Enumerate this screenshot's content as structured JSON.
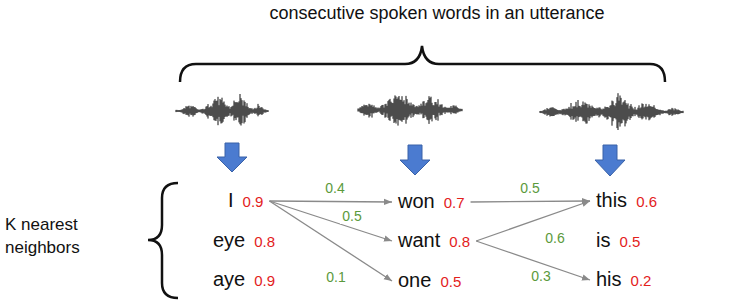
{
  "diagram": {
    "title": "consecutive spoken words in an utterance",
    "nodes": [
      {
        "text": [
          "I",
          "0.9"
        ]
      },
      {
        "text": [
          "won",
          "0.7"
        ]
      },
      {
        "text": [
          "this",
          "0.6"
        ]
      },
      {
        "text": [
          "eye",
          "0.8"
        ]
      },
      {
        "text": [
          "want",
          "0.8"
        ]
      },
      {
        "text": [
          "is",
          "0.5"
        ]
      },
      {
        "text": [
          "aye",
          "0.9"
        ]
      },
      {
        "text": [
          "one",
          "0.5"
        ]
      },
      {
        "text": [
          "his",
          "0.2"
        ]
      }
    ],
    "edges": [
      {
        "from": 0,
        "to": 1,
        "arrow": "to",
        "label": "0.4"
      },
      {
        "from": 0,
        "to": 4,
        "arrow": "to",
        "label": "0.5"
      },
      {
        "from": 0,
        "to": 7,
        "arrow": "to",
        "label": "0.1"
      },
      {
        "from": 1,
        "to": 2,
        "arrow": "to",
        "label": "0.5"
      },
      {
        "from": 4,
        "to": 2,
        "arrow": "to",
        "label": "0.6"
      },
      {
        "from": 4,
        "to": 8,
        "arrow": "to",
        "label": "0.3"
      }
    ],
    "labels": [
      "K nearest neighbors"
    ]
  }
}
